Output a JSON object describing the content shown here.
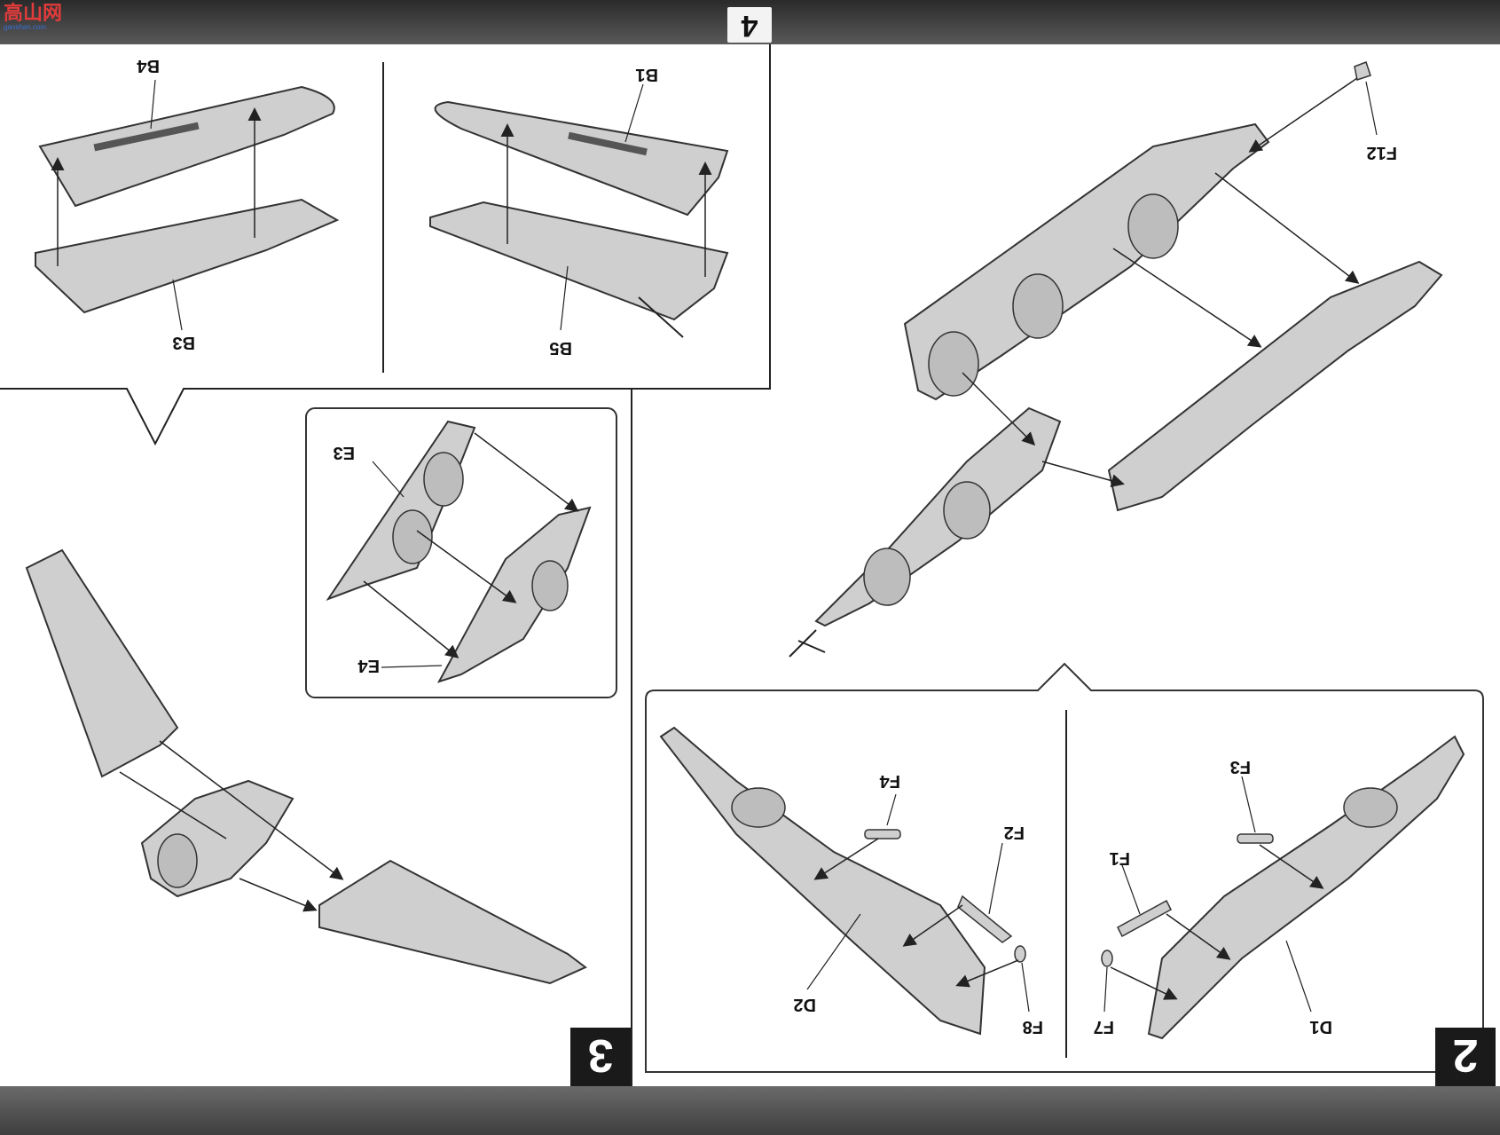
{
  "page": {
    "number": "4"
  },
  "watermark": {
    "text": "高山网",
    "sub": "gaoshan.com"
  },
  "steps": [
    {
      "id": "step-2",
      "number": "2"
    },
    {
      "id": "step-3",
      "number": "3"
    }
  ],
  "labels": {
    "b1": "B1",
    "b3": "B3",
    "b4": "B4",
    "b5": "B5",
    "e3": "E3",
    "e4": "E4",
    "f12": "F12",
    "f1": "F1",
    "f2": "F2",
    "f3": "F3",
    "f4": "F4",
    "f7": "F7",
    "f8": "F8",
    "d1": "D1",
    "d2": "D2"
  },
  "colors": {
    "part_fill": "#cfcfcf",
    "part_stroke": "#333333",
    "step_badge": "#1a1a1a"
  }
}
